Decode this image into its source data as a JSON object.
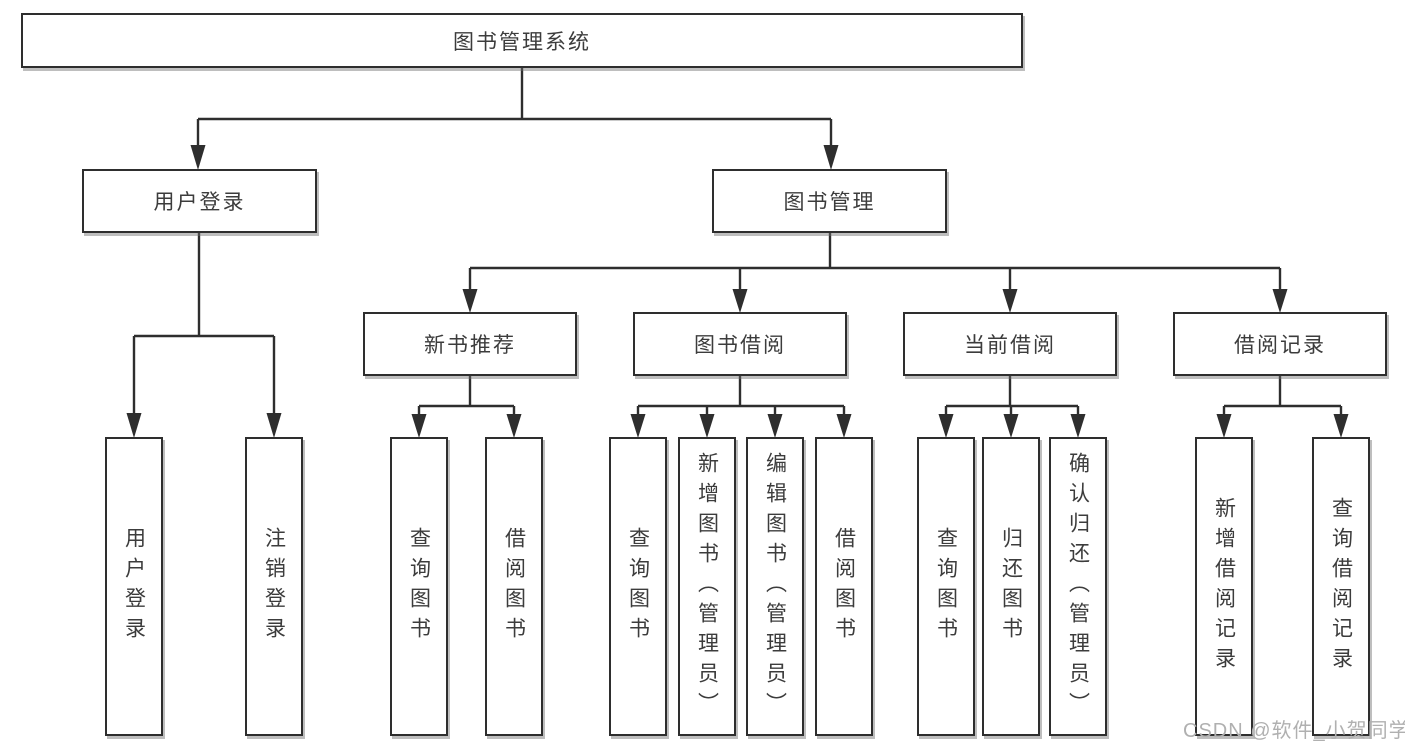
{
  "diagram": {
    "root": {
      "label": "图书管理系统"
    },
    "user_login": {
      "label": "用户登录",
      "children": [
        {
          "label": "用户登录"
        },
        {
          "label": "注销登录"
        }
      ]
    },
    "book_mgmt": {
      "label": "图书管理",
      "children": [
        {
          "label": "新书推荐",
          "children": [
            {
              "label": "查询图书"
            },
            {
              "label": "借阅图书"
            }
          ]
        },
        {
          "label": "图书借阅",
          "children": [
            {
              "label": "查询图书"
            },
            {
              "label": "新增图书（管理员）"
            },
            {
              "label": "编辑图书（管理员）"
            },
            {
              "label": "借阅图书"
            }
          ]
        },
        {
          "label": "当前借阅",
          "children": [
            {
              "label": "查询图书"
            },
            {
              "label": "归还图书"
            },
            {
              "label": "确认归还（管理员）"
            }
          ]
        },
        {
          "label": "借阅记录",
          "children": [
            {
              "label": "新增借阅记录"
            },
            {
              "label": "查询借阅记录"
            }
          ]
        }
      ]
    },
    "watermark": "CSDN @软件_小贺同学",
    "colors": {
      "line": "#2e2e2e",
      "text": "#3c3c3c",
      "box_bg": "#ffffff",
      "watermark": "#b0b0b0"
    }
  }
}
